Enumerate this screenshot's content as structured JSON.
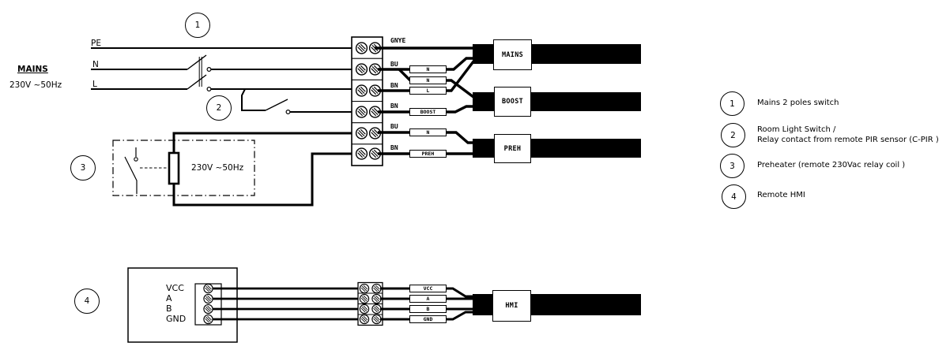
{
  "mains_source": {
    "label": "MAINS",
    "voltage": "230V ~50Hz",
    "pe": "PE",
    "n": "N",
    "l": "L"
  },
  "callouts": {
    "one": "1",
    "two": "2",
    "three": "3",
    "four": "4"
  },
  "preheater": {
    "voltage": "230V ~50Hz"
  },
  "terminal_top": {
    "rows": [
      {
        "code": "GNYE",
        "tag": ""
      },
      {
        "code": "BU",
        "tag": "N"
      },
      {
        "code": "BN",
        "tag": "L"
      },
      {
        "code": "BN",
        "tag": "BOOST"
      },
      {
        "code": "BU",
        "tag": "N"
      },
      {
        "code": "BN",
        "tag": "PREH"
      }
    ],
    "crossover_tag": "N"
  },
  "cables": {
    "mains": "MAINS",
    "boost": "BOOST",
    "preh": "PREH",
    "hmi": "HMI"
  },
  "hmi_unit": {
    "pins": [
      "VCC",
      "A",
      "B",
      "GND"
    ]
  },
  "terminal_bottom": {
    "tags": [
      "VCC",
      "A",
      "B",
      "GND"
    ]
  },
  "legend": [
    {
      "num": "1",
      "line1": "Mains 2 poles switch",
      "line2": ""
    },
    {
      "num": "2",
      "line1": "Room Light Switch /",
      "line2": "Relay contact from remote PIR sensor (C-PIR )"
    },
    {
      "num": "3",
      "line1": "Preheater (remote 230Vac relay coil )",
      "line2": ""
    },
    {
      "num": "4",
      "line1": "Remote HMI",
      "line2": ""
    }
  ],
  "colors": {
    "ink": "#000000",
    "paper": "#ffffff"
  }
}
